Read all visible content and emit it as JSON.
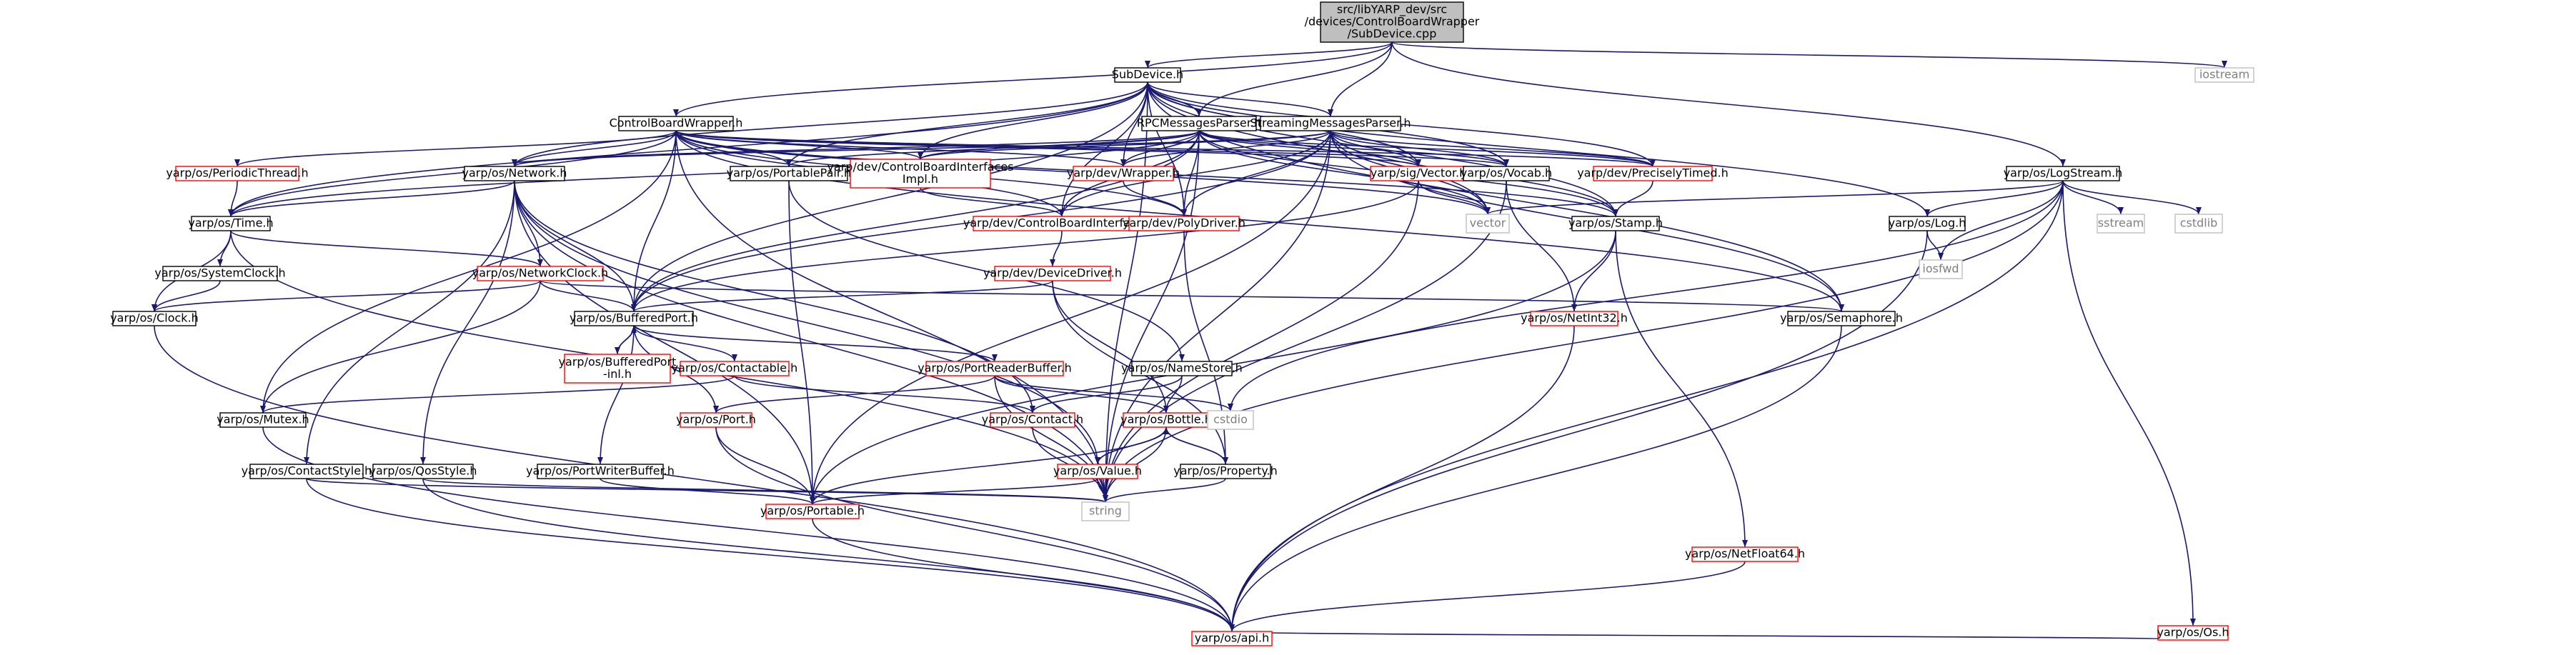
{
  "colors": {
    "edge": "#191970",
    "edge_dim": "#a9a9a9",
    "node_border": "#000000",
    "node_border_red": "#ff0000",
    "node_border_grey": "#bfbfbf",
    "root_fill": "#bfbfbf",
    "node_fill": "#ffffff",
    "text": "#000000",
    "text_grey": "#7f7f7f"
  },
  "nodes": [
    {
      "id": "root",
      "lines": [
        "src/libYARP_dev/src",
        "/devices/ControlBoardWrapper",
        "/SubDevice.cpp"
      ],
      "style": "root"
    },
    {
      "id": "subdevice_h",
      "lines": [
        "SubDevice.h"
      ],
      "style": "black"
    },
    {
      "id": "iostream",
      "lines": [
        "iostream"
      ],
      "style": "grey"
    },
    {
      "id": "controlboardwrapper_h",
      "lines": [
        "ControlBoardWrapper.h"
      ],
      "style": "black"
    },
    {
      "id": "rpcmessagesparser_h",
      "lines": [
        "RPCMessagesParser.h"
      ],
      "style": "black"
    },
    {
      "id": "streamingmessagesparser_h",
      "lines": [
        "StreamingMessagesParser.h"
      ],
      "style": "black"
    },
    {
      "id": "logstream_h",
      "lines": [
        "yarp/os/LogStream.h"
      ],
      "style": "black"
    },
    {
      "id": "periodicthread_h",
      "lines": [
        "yarp/os/PeriodicThread.h"
      ],
      "style": "red"
    },
    {
      "id": "network_h",
      "lines": [
        "yarp/os/Network.h"
      ],
      "style": "black"
    },
    {
      "id": "portablepair_h",
      "lines": [
        "yarp/os/PortablePair.h"
      ],
      "style": "black"
    },
    {
      "id": "cbi_impl_h",
      "lines": [
        "yarp/dev/ControlBoardInterfaces",
        "Impl.h"
      ],
      "style": "red"
    },
    {
      "id": "wrapper_h",
      "lines": [
        "yarp/dev/Wrapper.h"
      ],
      "style": "red"
    },
    {
      "id": "vector_h",
      "lines": [
        "yarp/sig/Vector.h"
      ],
      "style": "red"
    },
    {
      "id": "vocab_h",
      "lines": [
        "yarp/os/Vocab.h"
      ],
      "style": "black"
    },
    {
      "id": "preciselytimed_h",
      "lines": [
        "yarp/dev/PreciselyTimed.h"
      ],
      "style": "red"
    },
    {
      "id": "time_h",
      "lines": [
        "yarp/os/Time.h"
      ],
      "style": "black"
    },
    {
      "id": "cbi_h",
      "lines": [
        "yarp/dev/ControlBoardInterfaces.h"
      ],
      "style": "red"
    },
    {
      "id": "polydriver_h",
      "lines": [
        "yarp/dev/PolyDriver.h"
      ],
      "style": "red"
    },
    {
      "id": "vector_std",
      "lines": [
        "vector"
      ],
      "style": "grey"
    },
    {
      "id": "stamp_h",
      "lines": [
        "yarp/os/Stamp.h"
      ],
      "style": "black"
    },
    {
      "id": "log_h",
      "lines": [
        "yarp/os/Log.h"
      ],
      "style": "black"
    },
    {
      "id": "sstream",
      "lines": [
        "sstream"
      ],
      "style": "grey"
    },
    {
      "id": "cstdlib",
      "lines": [
        "cstdlib"
      ],
      "style": "grey"
    },
    {
      "id": "iosfwd",
      "lines": [
        "iosfwd"
      ],
      "style": "grey"
    },
    {
      "id": "systemclock_h",
      "lines": [
        "yarp/os/SystemClock.h"
      ],
      "style": "black"
    },
    {
      "id": "networkclock_h",
      "lines": [
        "yarp/os/NetworkClock.h"
      ],
      "style": "red"
    },
    {
      "id": "devicedriver_h",
      "lines": [
        "yarp/dev/DeviceDriver.h"
      ],
      "style": "red"
    },
    {
      "id": "clock_h",
      "lines": [
        "yarp/os/Clock.h"
      ],
      "style": "black"
    },
    {
      "id": "bufferedport_h",
      "lines": [
        "yarp/os/BufferedPort.h"
      ],
      "style": "black"
    },
    {
      "id": "netint32_h",
      "lines": [
        "yarp/os/NetInt32.h"
      ],
      "style": "red"
    },
    {
      "id": "semaphore_h",
      "lines": [
        "yarp/os/Semaphore.h"
      ],
      "style": "black"
    },
    {
      "id": "bufferedport_inl_h",
      "lines": [
        "yarp/os/BufferedPort",
        "-inl.h"
      ],
      "style": "red"
    },
    {
      "id": "contactable_h",
      "lines": [
        "yarp/os/Contactable.h"
      ],
      "style": "red"
    },
    {
      "id": "portreaderbuffer_h",
      "lines": [
        "yarp/os/PortReaderBuffer.h"
      ],
      "style": "red"
    },
    {
      "id": "namestore_h",
      "lines": [
        "yarp/os/NameStore.h"
      ],
      "style": "black"
    },
    {
      "id": "mutex_h",
      "lines": [
        "yarp/os/Mutex.h"
      ],
      "style": "black"
    },
    {
      "id": "port_h",
      "lines": [
        "yarp/os/Port.h"
      ],
      "style": "red"
    },
    {
      "id": "contact_h",
      "lines": [
        "yarp/os/Contact.h"
      ],
      "style": "red"
    },
    {
      "id": "bottle_h",
      "lines": [
        "yarp/os/Bottle.h"
      ],
      "style": "red"
    },
    {
      "id": "cstdio",
      "lines": [
        "cstdio"
      ],
      "style": "grey"
    },
    {
      "id": "contactstyle_h",
      "lines": [
        "yarp/os/ContactStyle.h"
      ],
      "style": "black"
    },
    {
      "id": "qosstyle_h",
      "lines": [
        "yarp/os/QosStyle.h"
      ],
      "style": "black"
    },
    {
      "id": "portwriterbuffer_h",
      "lines": [
        "yarp/os/PortWriterBuffer.h"
      ],
      "style": "black"
    },
    {
      "id": "value_h",
      "lines": [
        "yarp/os/Value.h"
      ],
      "style": "red"
    },
    {
      "id": "property_h",
      "lines": [
        "yarp/os/Property.h"
      ],
      "style": "black"
    },
    {
      "id": "portable_h",
      "lines": [
        "yarp/os/Portable.h"
      ],
      "style": "red"
    },
    {
      "id": "string",
      "lines": [
        "string"
      ],
      "style": "grey"
    },
    {
      "id": "netfloat64_h",
      "lines": [
        "yarp/os/NetFloat64.h"
      ],
      "style": "red"
    },
    {
      "id": "os_h",
      "lines": [
        "yarp/os/Os.h"
      ],
      "style": "red"
    },
    {
      "id": "api_h",
      "lines": [
        "yarp/os/api.h"
      ],
      "style": "red"
    }
  ],
  "edges": [
    [
      "root",
      "subdevice_h"
    ],
    [
      "root",
      "iostream"
    ],
    [
      "root",
      "controlboardwrapper_h"
    ],
    [
      "root",
      "rpcmessagesparser_h"
    ],
    [
      "root",
      "streamingmessagesparser_h"
    ],
    [
      "root",
      "logstream_h"
    ],
    [
      "subdevice_h",
      "network_h"
    ],
    [
      "subdevice_h",
      "time_h"
    ],
    [
      "subdevice_h",
      "portablepair_h"
    ],
    [
      "subdevice_h",
      "cbi_impl_h"
    ],
    [
      "subdevice_h",
      "wrapper_h"
    ],
    [
      "subdevice_h",
      "vector_h"
    ],
    [
      "subdevice_h",
      "vocab_h"
    ],
    [
      "subdevice_h",
      "preciselytimed_h"
    ],
    [
      "subdevice_h",
      "polydriver_h"
    ],
    [
      "subdevice_h",
      "cbi_h"
    ],
    [
      "subdevice_h",
      "vector_std"
    ],
    [
      "subdevice_h",
      "stamp_h"
    ],
    [
      "subdevice_h",
      "semaphore_h"
    ],
    [
      "subdevice_h",
      "bufferedport_h"
    ],
    [
      "subdevice_h",
      "string"
    ],
    [
      "subdevice_h",
      "rpcmessagesparser_h"
    ],
    [
      "subdevice_h",
      "streamingmessagesparser_h"
    ],
    [
      "subdevice_h",
      "log_h"
    ],
    [
      "controlboardwrapper_h",
      "periodicthread_h"
    ],
    [
      "controlboardwrapper_h",
      "network_h"
    ],
    [
      "controlboardwrapper_h",
      "portablepair_h"
    ],
    [
      "controlboardwrapper_h",
      "cbi_impl_h"
    ],
    [
      "controlboardwrapper_h",
      "wrapper_h"
    ],
    [
      "controlboardwrapper_h",
      "vector_h"
    ],
    [
      "controlboardwrapper_h",
      "vocab_h"
    ],
    [
      "controlboardwrapper_h",
      "preciselytimed_h"
    ],
    [
      "controlboardwrapper_h",
      "time_h"
    ],
    [
      "controlboardwrapper_h",
      "cbi_h"
    ],
    [
      "controlboardwrapper_h",
      "polydriver_h"
    ],
    [
      "controlboardwrapper_h",
      "vector_std"
    ],
    [
      "controlboardwrapper_h",
      "stamp_h"
    ],
    [
      "controlboardwrapper_h",
      "mutex_h"
    ],
    [
      "controlboardwrapper_h",
      "bufferedport_h"
    ],
    [
      "controlboardwrapper_h",
      "string"
    ],
    [
      "controlboardwrapper_h",
      "semaphore_h"
    ],
    [
      "rpcmessagesparser_h",
      "network_h"
    ],
    [
      "rpcmessagesparser_h",
      "time_h"
    ],
    [
      "rpcmessagesparser_h",
      "portablepair_h"
    ],
    [
      "rpcmessagesparser_h",
      "cbi_impl_h"
    ],
    [
      "rpcmessagesparser_h",
      "wrapper_h"
    ],
    [
      "rpcmessagesparser_h",
      "vector_h"
    ],
    [
      "rpcmessagesparser_h",
      "vocab_h"
    ],
    [
      "rpcmessagesparser_h",
      "preciselytimed_h"
    ],
    [
      "rpcmessagesparser_h",
      "cbi_h"
    ],
    [
      "rpcmessagesparser_h",
      "polydriver_h"
    ],
    [
      "rpcmessagesparser_h",
      "vector_std"
    ],
    [
      "rpcmessagesparser_h",
      "stamp_h"
    ],
    [
      "rpcmessagesparser_h",
      "bufferedport_h"
    ],
    [
      "rpcmessagesparser_h",
      "string"
    ],
    [
      "streamingmessagesparser_h",
      "network_h"
    ],
    [
      "streamingmessagesparser_h",
      "cbi_impl_h"
    ],
    [
      "streamingmessagesparser_h",
      "wrapper_h"
    ],
    [
      "streamingmessagesparser_h",
      "vector_h"
    ],
    [
      "streamingmessagesparser_h",
      "vocab_h"
    ],
    [
      "streamingmessagesparser_h",
      "preciselytimed_h"
    ],
    [
      "streamingmessagesparser_h",
      "cbi_h"
    ],
    [
      "streamingmessagesparser_h",
      "polydriver_h"
    ],
    [
      "streamingmessagesparser_h",
      "vector_std"
    ],
    [
      "streamingmessagesparser_h",
      "stamp_h"
    ],
    [
      "streamingmessagesparser_h",
      "bufferedport_h"
    ],
    [
      "streamingmessagesparser_h",
      "portable_h"
    ],
    [
      "streamingmessagesparser_h",
      "string"
    ],
    [
      "streamingmessagesparser_h",
      "semaphore_h"
    ],
    [
      "logstream_h",
      "log_h"
    ],
    [
      "logstream_h",
      "vector_std"
    ],
    [
      "logstream_h",
      "sstream"
    ],
    [
      "logstream_h",
      "cstdlib"
    ],
    [
      "logstream_h",
      "iosfwd"
    ],
    [
      "logstream_h",
      "cstdio"
    ],
    [
      "logstream_h",
      "string"
    ],
    [
      "logstream_h",
      "os_h"
    ],
    [
      "logstream_h",
      "api_h"
    ],
    [
      "periodicthread_h",
      "time_h"
    ],
    [
      "network_h",
      "time_h"
    ],
    [
      "network_h",
      "networkclock_h"
    ],
    [
      "network_h",
      "contactstyle_h"
    ],
    [
      "network_h",
      "qosstyle_h"
    ],
    [
      "network_h",
      "contact_h"
    ],
    [
      "network_h",
      "value_h"
    ],
    [
      "network_h",
      "portable_h"
    ],
    [
      "network_h",
      "string"
    ],
    [
      "network_h",
      "bufferedport_h"
    ],
    [
      "portablepair_h",
      "portable_h"
    ],
    [
      "portablepair_h",
      "namestore_h"
    ],
    [
      "cbi_impl_h",
      "cbi_h"
    ],
    [
      "wrapper_h",
      "polydriver_h"
    ],
    [
      "vector_h",
      "vector_std"
    ],
    [
      "vector_h",
      "string"
    ],
    [
      "vector_h",
      "bufferedport_h"
    ],
    [
      "vocab_h",
      "netint32_h"
    ],
    [
      "vocab_h",
      "string"
    ],
    [
      "preciselytimed_h",
      "stamp_h"
    ],
    [
      "time_h",
      "systemclock_h"
    ],
    [
      "time_h",
      "networkclock_h"
    ],
    [
      "time_h",
      "clock_h"
    ],
    [
      "time_h",
      "string"
    ],
    [
      "cbi_h",
      "devicedriver_h"
    ],
    [
      "polydriver_h",
      "property_h"
    ],
    [
      "stamp_h",
      "netint32_h"
    ],
    [
      "stamp_h",
      "netfloat64_h"
    ],
    [
      "stamp_h",
      "portable_h"
    ],
    [
      "log_h",
      "iosfwd"
    ],
    [
      "log_h",
      "api_h"
    ],
    [
      "systemclock_h",
      "clock_h"
    ],
    [
      "networkclock_h",
      "clock_h"
    ],
    [
      "networkclock_h",
      "bufferedport_h"
    ],
    [
      "networkclock_h",
      "semaphore_h"
    ],
    [
      "networkclock_h",
      "mutex_h"
    ],
    [
      "devicedriver_h",
      "bufferedport_h"
    ],
    [
      "devicedriver_h",
      "property_h"
    ],
    [
      "devicedriver_h",
      "bottle_h"
    ],
    [
      "clock_h",
      "api_h"
    ],
    [
      "bufferedport_h",
      "bufferedport_inl_h"
    ],
    [
      "bufferedport_h",
      "contactable_h"
    ],
    [
      "bufferedport_h",
      "portreaderbuffer_h"
    ],
    [
      "bufferedport_h",
      "port_h"
    ],
    [
      "bufferedport_h",
      "portwriterbuffer_h"
    ],
    [
      "bufferedport_inl_h",
      "bufferedport_h"
    ],
    [
      "netint32_h",
      "api_h"
    ],
    [
      "semaphore_h",
      "api_h"
    ],
    [
      "contactable_h",
      "mutex_h"
    ],
    [
      "contactable_h",
      "contact_h"
    ],
    [
      "portreaderbuffer_h",
      "port_h"
    ],
    [
      "portreaderbuffer_h",
      "bottle_h"
    ],
    [
      "portreaderbuffer_h",
      "cstdio"
    ],
    [
      "portreaderbuffer_h",
      "string"
    ],
    [
      "namestore_h",
      "contact_h"
    ],
    [
      "namestore_h",
      "bottle_h"
    ],
    [
      "mutex_h",
      "api_h"
    ],
    [
      "port_h",
      "portable_h"
    ],
    [
      "port_h",
      "api_h"
    ],
    [
      "contact_h",
      "string"
    ],
    [
      "bottle_h",
      "value_h"
    ],
    [
      "bottle_h",
      "property_h"
    ],
    [
      "bottle_h",
      "portable_h"
    ],
    [
      "bottle_h",
      "string"
    ],
    [
      "contactstyle_h",
      "string"
    ],
    [
      "contactstyle_h",
      "api_h"
    ],
    [
      "qosstyle_h",
      "string"
    ],
    [
      "qosstyle_h",
      "api_h"
    ],
    [
      "portwriterbuffer_h",
      "portable_h"
    ],
    [
      "value_h",
      "bottle_h"
    ],
    [
      "value_h",
      "portable_h"
    ],
    [
      "value_h",
      "string"
    ],
    [
      "property_h",
      "bottle_h"
    ],
    [
      "property_h",
      "string"
    ],
    [
      "portable_h",
      "api_h"
    ],
    [
      "netfloat64_h",
      "api_h"
    ],
    [
      "os_h",
      "api_h"
    ]
  ]
}
